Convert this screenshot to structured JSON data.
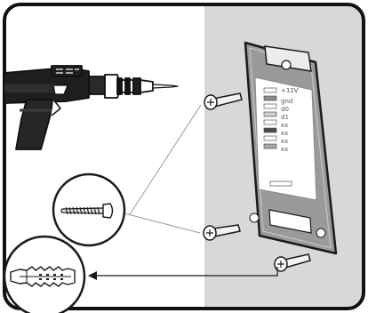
{
  "figure": {
    "type": "installation-illustration",
    "colors": {
      "wall": "#d6d8da",
      "plate": "#9a9a9a",
      "outline": "#1a1a1a",
      "paper": "#ffffff"
    }
  },
  "label_sticker": {
    "rows": [
      "+12V",
      "gnd",
      "d0",
      "d1",
      "xx",
      "xx",
      "xx",
      "xx"
    ]
  },
  "icons": [
    "drill-icon",
    "screw-icon",
    "wall-plug-icon"
  ]
}
